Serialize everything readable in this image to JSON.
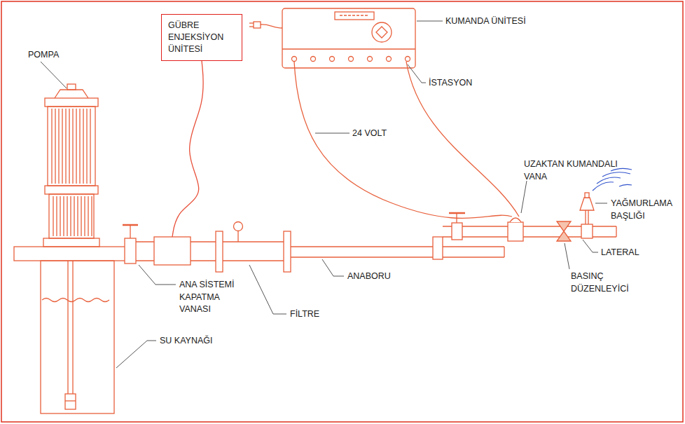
{
  "diagram": {
    "nodes": [
      {
        "text": [
          "GÜBRE ENJEKSİYON ÜNİTESİ"
        ]
      }
    ],
    "labels": [
      "POMPA",
      "KUMANDA ÜNİTESİ",
      "İSTASYON",
      "24 VOLT",
      "UZAKTAN KUMANDALI VANA",
      "YAĞMURLAMA BAŞLIĞI",
      "LATERAL",
      "BASINÇ DÜZENLEYİCİ",
      "ANABORU",
      "ANA SİSTEMİ KAPATMA VANASI",
      "FİLTRE",
      "SU KAYNAĞI"
    ]
  }
}
